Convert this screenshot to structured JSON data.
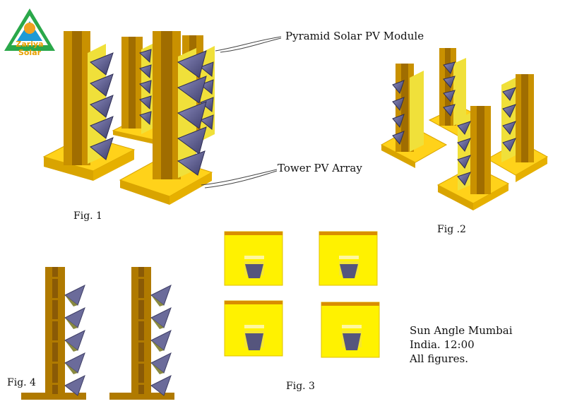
{
  "logo": {
    "name": "Zariya Solar"
  },
  "callouts": {
    "module": "Pyramid Solar PV Module",
    "array": "Tower PV Array"
  },
  "figures": {
    "fig1": "Fig. 1",
    "fig2": "Fig .2",
    "fig3": "Fig. 3",
    "fig4": "Fig. 4"
  },
  "note": "Sun Angle Mumbai\nIndia. 12:00\nAll figures.",
  "colors": {
    "tower": "#b8860b",
    "tower_dark": "#8a5a06",
    "base": "#ffd21a",
    "base_edge": "#d9a400",
    "panel": "#6b6b9a",
    "panel_dark": "#3f3f66",
    "backplate": "#f0f04a"
  }
}
